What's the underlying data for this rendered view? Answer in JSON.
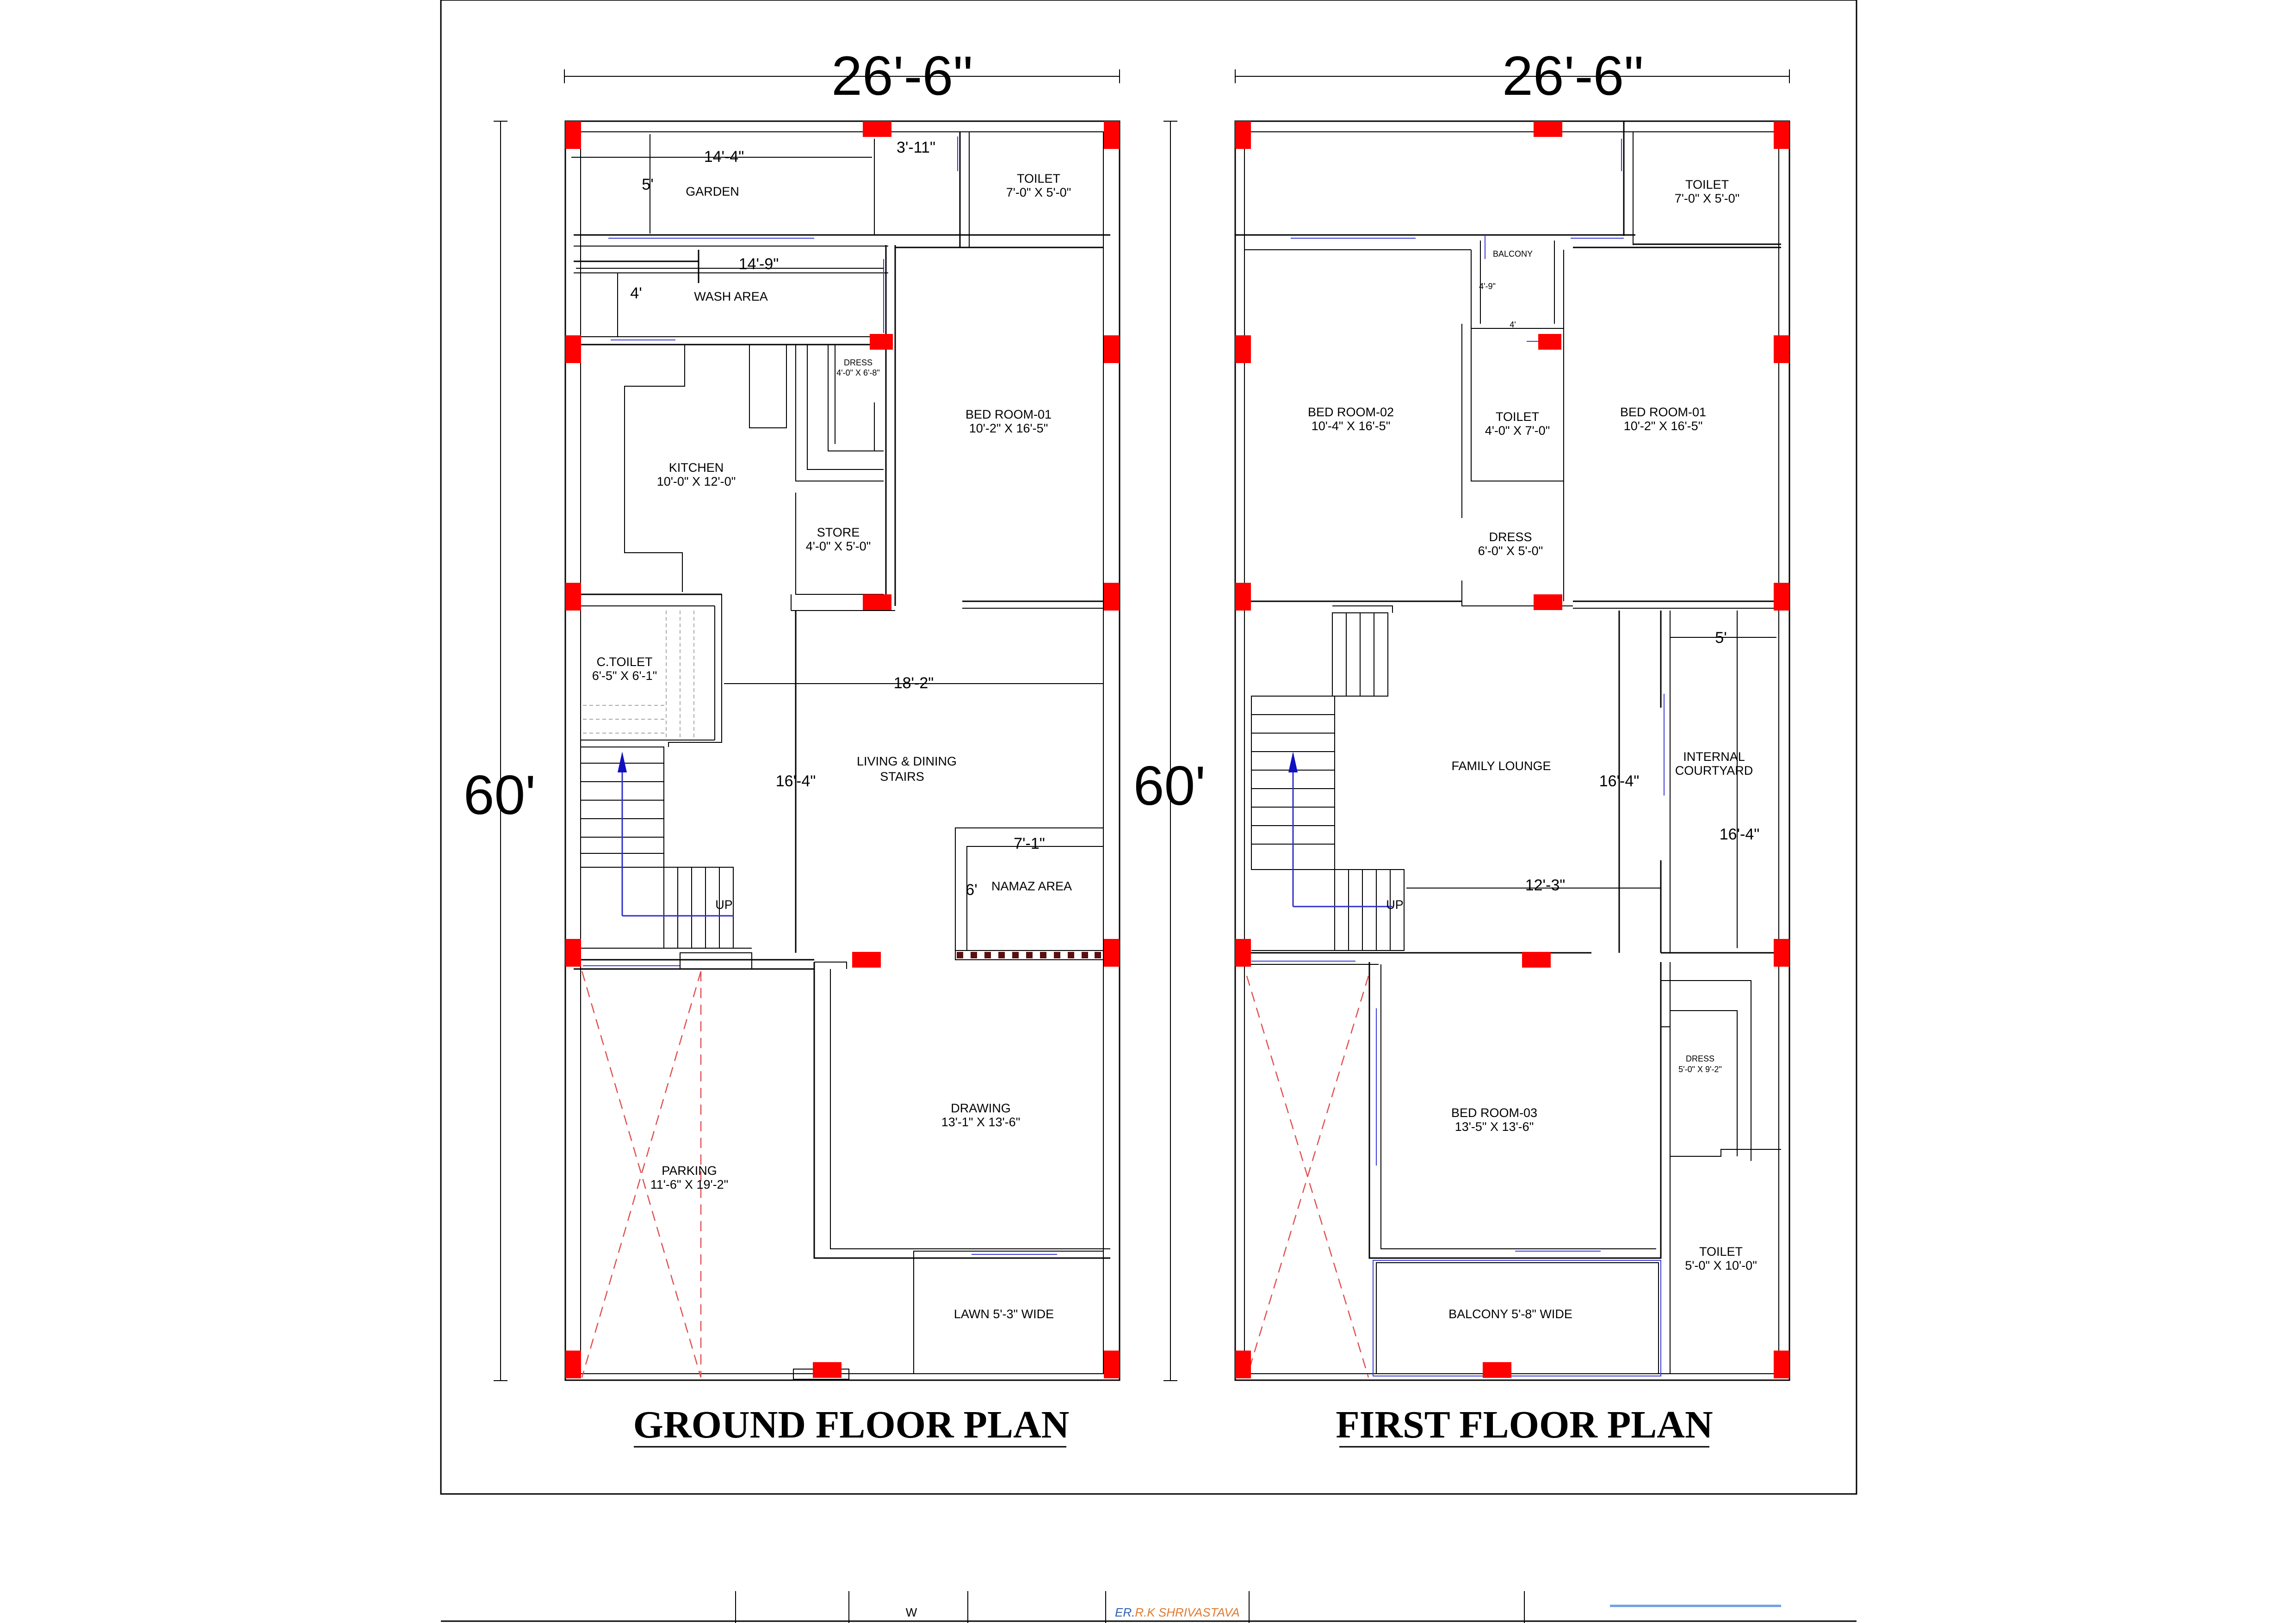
{
  "sheet": {
    "footer_letter": "W",
    "engineer_prefix": "ER.",
    "engineer_name": "R.K SHRIVASTAVA"
  },
  "ground_floor": {
    "title": "GROUND FLOOR PLAN",
    "overall_width": "26'-6\"",
    "overall_depth": "60'",
    "rooms": {
      "garden": "GARDEN",
      "toilet": "TOILET",
      "toilet_size": "7'-0\" X 5'-0\"",
      "wash_area": "WASH AREA",
      "dress": "DRESS",
      "dress_size": "4'-0\" X 6'-8\"",
      "bedroom": "BED ROOM-01",
      "bedroom_size": "10'-2\" X 16'-5\"",
      "kitchen": "KITCHEN",
      "kitchen_size": "10'-0\" X 12'-0\"",
      "store": "STORE",
      "store_size": "4'-0\" X 5'-0\"",
      "ctoilet": "C.TOILET",
      "ctoilet_size": "6'-5\" X 6'-1\"",
      "living_1": "LIVING & DINING",
      "living_2": "STAIRS",
      "namaz": "NAMAZ AREA",
      "up": "UP",
      "drawing": "DRAWING",
      "drawing_size": "13'-1\" X 13'-6\"",
      "parking": "PARKING",
      "parking_size": "11'-6\" X 19'-2\"",
      "lawn": "LAWN 5'-3\" WIDE"
    },
    "dims": {
      "garden_w": "14'-4\"",
      "gap_w": "3'-11\"",
      "garden_d": "5'",
      "wash_w": "14'-9\"",
      "wash_d": "4'",
      "living_w": "18'-2\"",
      "living_d": "16'-4\"",
      "namaz_w": "7'-1\"",
      "namaz_d": "6'"
    }
  },
  "first_floor": {
    "title": "FIRST FLOOR PLAN",
    "overall_width": "26'-6\"",
    "overall_depth": "60'",
    "rooms": {
      "toilet_top": "TOILET",
      "toilet_top_size": "7'-0\" X 5'-0\"",
      "balcony_small": "BALCONY",
      "bed2": "BED ROOM-02",
      "bed2_size": "10'-4\" X 16'-5\"",
      "toilet_mid": "TOILET",
      "toilet_mid_size": "4'-0\" X 7'-0\"",
      "dress_mid": "DRESS",
      "dress_mid_size": "6'-0\" X 5'-0\"",
      "bed1": "BED ROOM-01",
      "bed1_size": "10'-2\" X 16'-5\"",
      "family": "FAMILY LOUNGE",
      "courtyard_1": "INTERNAL",
      "courtyard_2": "COURTYARD",
      "up": "UP",
      "dress_low": "DRESS",
      "dress_low_size": "5'-0\" X 9'-2\"",
      "bed3": "BED ROOM-03",
      "bed3_size": "13'-5\" X 13'-6\"",
      "toilet_low": "TOILET",
      "toilet_low_size": "5'-0\" X 10'-0\"",
      "balcony_wide": "BALCONY 5'-8\" WIDE"
    },
    "dims": {
      "balcony_d": "4'-9\"",
      "balcony_w": "4'",
      "court_w": "5'",
      "lounge_d": "16'-4\"",
      "court_d": "16'-4\"",
      "lounge_w": "12'-3\""
    }
  }
}
